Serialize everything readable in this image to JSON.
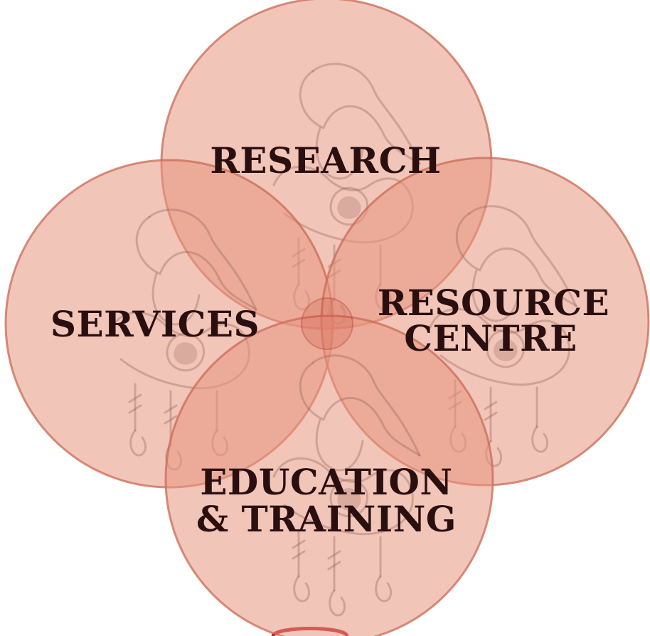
{
  "colors": {
    "circle_fill": "#e8957f",
    "circle_stroke": "#c96a55",
    "center_accent": "#c0392b",
    "bottom_arc": "#c1121f",
    "label_text": "#2a0f10"
  },
  "circles": [
    {
      "id": "research",
      "lines": [
        "RESEARCH"
      ],
      "icon": "woman-with-infant-illustration"
    },
    {
      "id": "services",
      "lines": [
        "SERVICES"
      ],
      "icon": "woman-with-infant-illustration"
    },
    {
      "id": "resource",
      "lines": [
        "RESOURCE",
        "CENTRE"
      ],
      "icon": "woman-with-infant-illustration"
    },
    {
      "id": "education",
      "lines": [
        "EDUCATION",
        "& TRAINING"
      ],
      "icon": "woman-with-infant-illustration"
    }
  ]
}
